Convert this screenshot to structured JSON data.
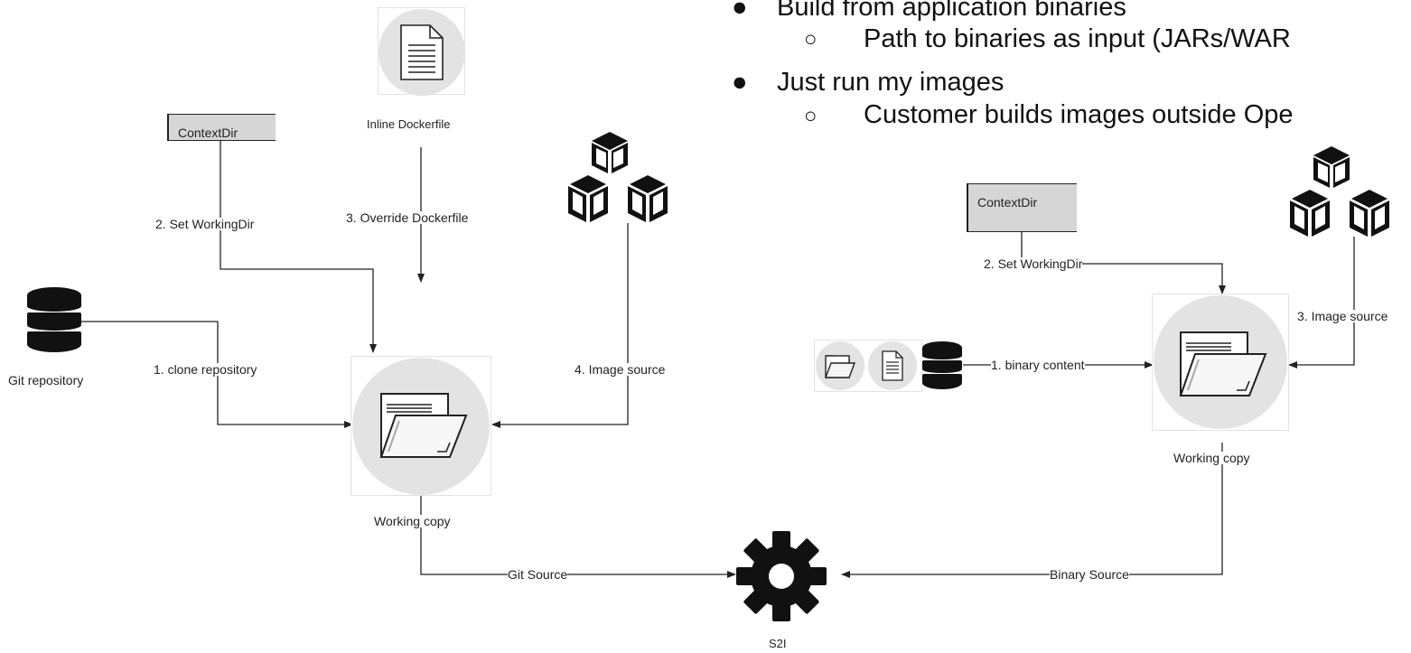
{
  "bullets": {
    "line1": "Build from application binaries",
    "line1_sub": "Path to binaries as input (JARs/WAR",
    "line2": "Just run my images",
    "line2_sub": "Customer builds images outside Ope",
    "bullet_glyph": "●",
    "sub_glyph": "○"
  },
  "left_diagram": {
    "inline_dockerfile": "Inline Dockerfile",
    "context_dir": "ContextDir",
    "set_working_dir": "2. Set WorkingDir",
    "override_dockerfile": "3. Override Dockerfile",
    "git_repository": "Git repository",
    "clone_repository": "1. clone repository",
    "image_source": "4. Image source",
    "working_copy": "Working copy",
    "git_source": "Git Source"
  },
  "right_diagram": {
    "context_dir": "ContextDir",
    "set_working_dir": "2. Set WorkingDir",
    "image_source": "3. Image source",
    "binary_content": "1. binary content",
    "working_copy": "Working copy",
    "binary_source": "Binary Source"
  },
  "center": {
    "s2i": "S2I"
  },
  "icons": [
    "document-icon",
    "database-icon",
    "cubes-icon",
    "open-folder-icon",
    "gear-icon",
    "folder-icon"
  ],
  "colors": {
    "icon_fill": "#111111",
    "disc": "#e3e3e3",
    "context_box": "#d6d6d6",
    "line": "#222222"
  }
}
